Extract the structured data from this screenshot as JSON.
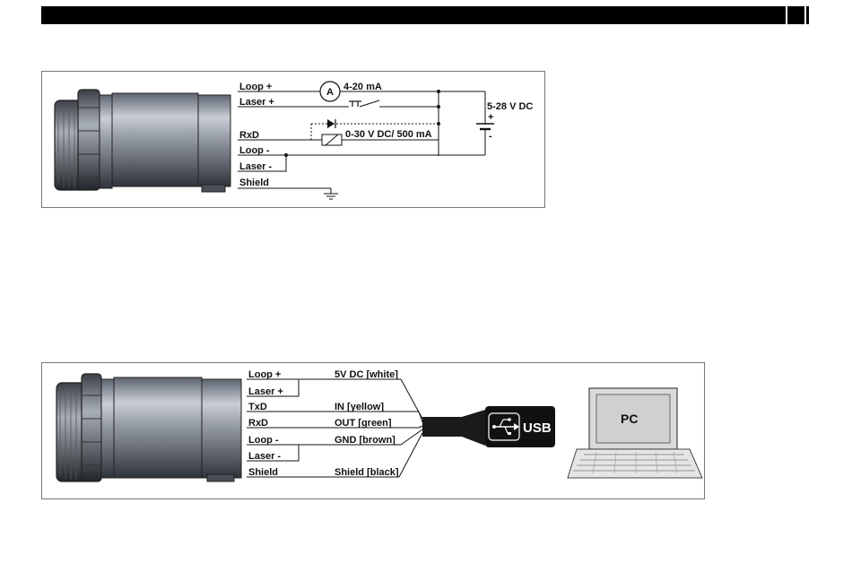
{
  "diagram1": {
    "terminals": [
      "Loop +",
      "Laser +",
      "RxD",
      "Loop -",
      "Laser -",
      "Shield"
    ],
    "ammeter_symbol": "A",
    "current_label": "4-20 mA",
    "supply_label": "5-28 V DC",
    "supply_plus": "+",
    "supply_minus": "-",
    "relay_label": "0-30 V DC/ 500 mA"
  },
  "diagram2": {
    "terminals": [
      "Loop +",
      "Laser +",
      "TxD",
      "RxD",
      "Loop -",
      "Laser -",
      "Shield"
    ],
    "usb_wires": [
      "5V DC [white]",
      "IN [yellow]",
      "OUT [green]",
      "GND [brown]",
      "Shield [black]"
    ],
    "usb_label": "USB",
    "pc_label": "PC"
  }
}
